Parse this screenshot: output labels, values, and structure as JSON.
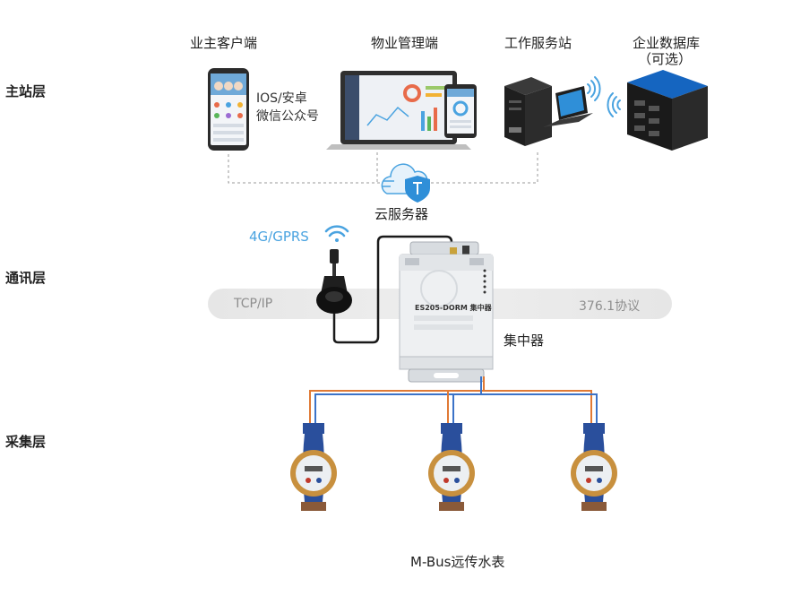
{
  "layers": {
    "master": "主站层",
    "comm": "通讯层",
    "collect": "采集层"
  },
  "devices": {
    "owner_client": "业主客户端",
    "owner_client_platforms_1": "IOS/安卓",
    "owner_client_platforms_2": "微信公众号",
    "property_mgmt": "物业管理端",
    "workstation": "工作服务站",
    "enterprise_db": "企业数据库",
    "enterprise_db_note": "（可选）",
    "cloud_server": "云服务器",
    "network_4g": "4G/GPRS",
    "concentrator": "集中器",
    "concentrator_model": "ES205-DORM 集中器",
    "water_meter": "M-Bus远传水表"
  },
  "protocols": {
    "left": "TCP/IP",
    "right": "376.1协议"
  },
  "colors": {
    "accent_blue": "#4aa3e0",
    "cable_orange": "#e07a35",
    "cable_blue": "#3b73c8",
    "meter_blue": "#2a4f9c",
    "band_gray": "#e8e8e8"
  }
}
